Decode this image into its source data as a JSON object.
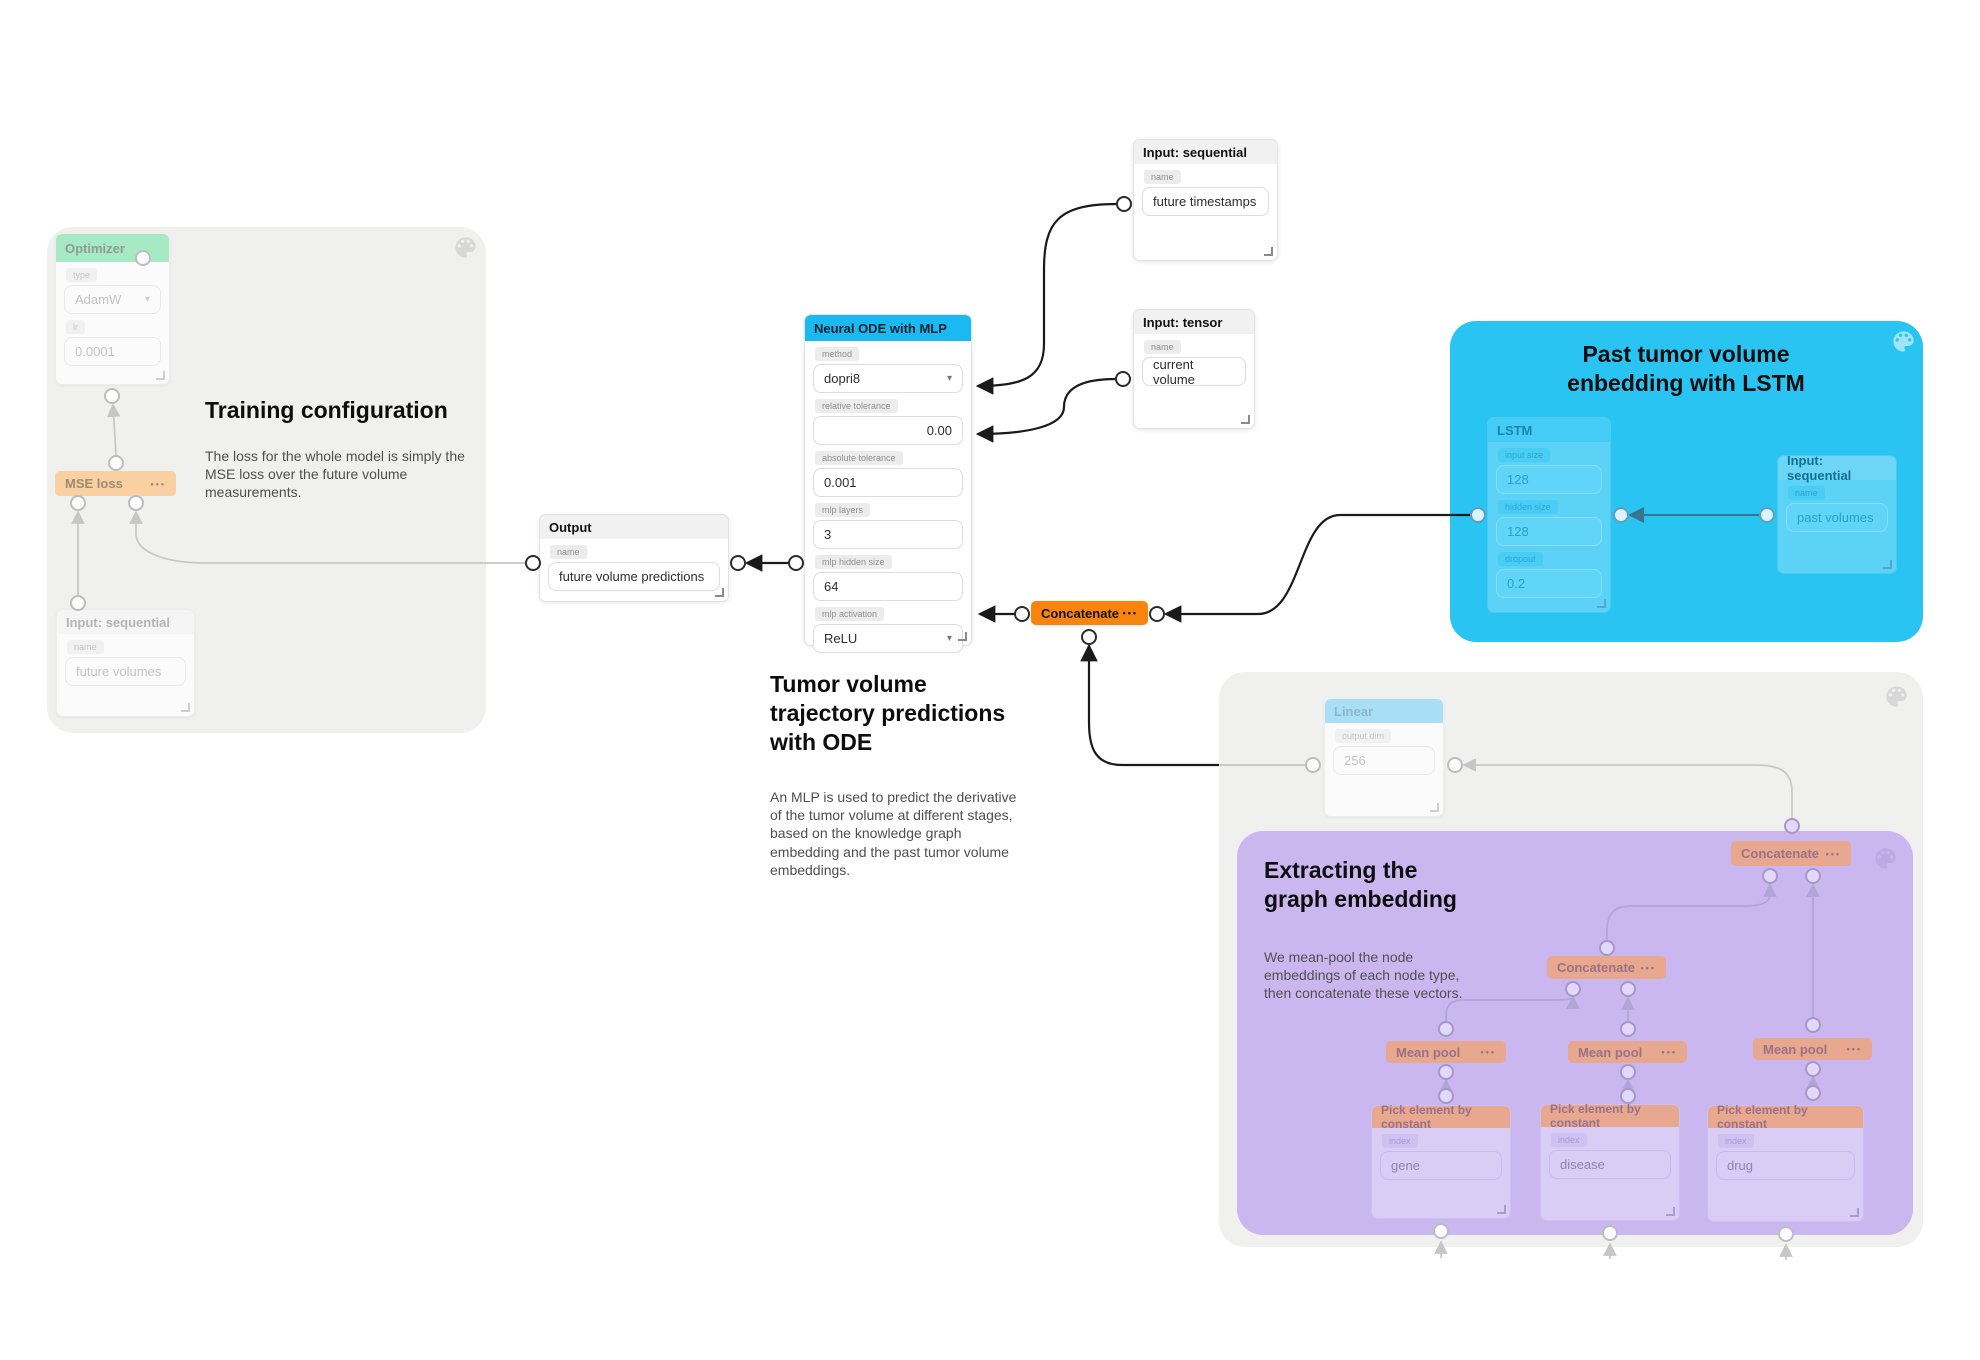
{
  "icons": {
    "caret": "▾",
    "menu": "•••"
  },
  "groups": {
    "training": {
      "title": "Training configuration",
      "description": "The loss for the whole model is simply the MSE loss over the future volume measurements."
    },
    "lstm_embedding": {
      "title": "Past tumor volume enbedding with LSTM"
    },
    "ode_note": {
      "title": "Tumor volume trajectory predictions with ODE",
      "description": "An MLP is used to predict the derivative of the tumor volume at different stages, based on the knowledge graph embedding and the past tumor volume embeddings."
    },
    "graph_embedding": {
      "title": "Extracting the graph embedding",
      "description": "We mean-pool the node embeddings of each node type, then concatenate these vectors."
    }
  },
  "nodes": {
    "optimizer": {
      "title": "Optimizer",
      "fields": [
        {
          "label": "type",
          "value": "AdamW"
        },
        {
          "label": "lr",
          "value": "0.0001"
        }
      ]
    },
    "mse_loss": {
      "title": "MSE loss"
    },
    "future_volumes": {
      "title": "Input: sequential",
      "fields": [
        {
          "label": "name",
          "value": "future volumes"
        }
      ]
    },
    "output": {
      "title": "Output",
      "fields": [
        {
          "label": "name",
          "value": "future volume predictions"
        }
      ]
    },
    "ode": {
      "title": "Neural ODE with MLP",
      "fields": [
        {
          "label": "method",
          "value": "dopri8"
        },
        {
          "label": "relative tolerance",
          "value": "0.00"
        },
        {
          "label": "absolute tolerance",
          "value": "0.001"
        },
        {
          "label": "mlp layers",
          "value": "3"
        },
        {
          "label": "mlp hidden size",
          "value": "64"
        },
        {
          "label": "mlp activation",
          "value": "ReLU"
        }
      ]
    },
    "future_timestamps": {
      "title": "Input: sequential",
      "fields": [
        {
          "label": "name",
          "value": "future timestamps"
        }
      ]
    },
    "current_volume": {
      "title": "Input: tensor",
      "fields": [
        {
          "label": "name",
          "value": "current volume"
        }
      ]
    },
    "concatenate": {
      "title": "Concatenate"
    },
    "lstm": {
      "title": "LSTM",
      "fields": [
        {
          "label": "input size",
          "value": "128"
        },
        {
          "label": "hidden size",
          "value": "128"
        },
        {
          "label": "dropout",
          "value": "0.2"
        }
      ]
    },
    "past_volumes": {
      "title": "Input: sequential",
      "fields": [
        {
          "label": "name",
          "value": "past volumes"
        }
      ]
    },
    "linear": {
      "title": "Linear",
      "fields": [
        {
          "label": "output dim",
          "value": "256"
        }
      ]
    },
    "concat_top": {
      "title": "Concatenate"
    },
    "concat_mid": {
      "title": "Concatenate"
    },
    "mean_pool_1": {
      "title": "Mean pool"
    },
    "mean_pool_2": {
      "title": "Mean pool"
    },
    "mean_pool_3": {
      "title": "Mean pool"
    },
    "pick_gene": {
      "title": "Pick element by constant",
      "fields": [
        {
          "label": "index",
          "value": "gene"
        }
      ]
    },
    "pick_disease": {
      "title": "Pick element by constant",
      "fields": [
        {
          "label": "index",
          "value": "disease"
        }
      ]
    },
    "pick_drug": {
      "title": "Pick element by constant",
      "fields": [
        {
          "label": "index",
          "value": "drug"
        }
      ]
    }
  }
}
